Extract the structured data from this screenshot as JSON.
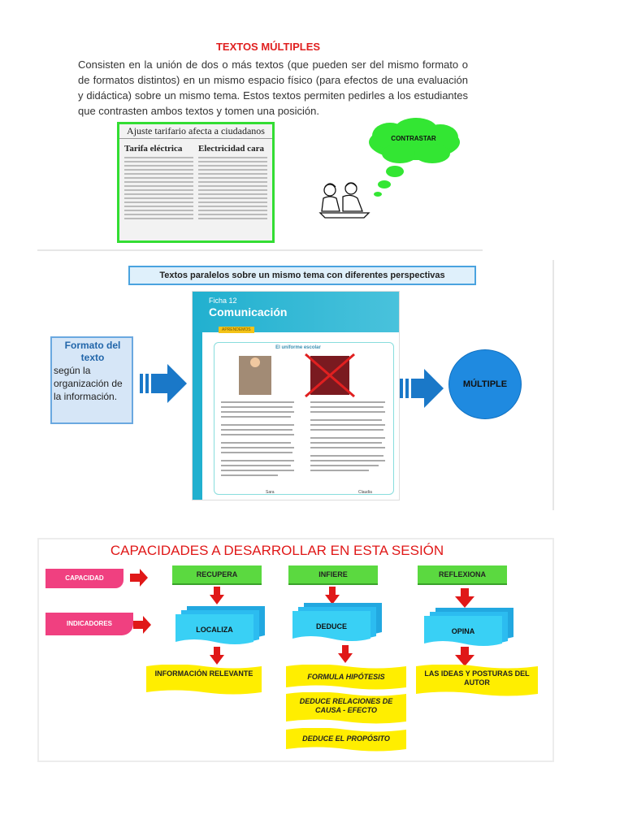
{
  "section1": {
    "title": "TEXTOS MÚLTIPLES",
    "intro": "Consisten en la unión de dos o más textos (que pueden ser del mismo formato o de formatos distintos) en un mismo espacio físico (para efectos de una evaluación y didáctica) sobre un mismo tema. Estos textos permiten pedirles a los estudiantes que contrasten ambos textos y tomen una posición.",
    "newspaper": {
      "headline": "Ajuste tarifario afecta a ciudadanos",
      "col1_title": "Tarifa eléctrica",
      "col2_title": "Electricidad cara"
    },
    "cloud_label": "CONTRASTAR"
  },
  "section2": {
    "banner": "Textos paralelos sobre un mismo tema con diferentes perspectivas",
    "formato_title": "Formato del texto",
    "formato_body": "según la organización de la información.",
    "ficha_number": "Ficha 12",
    "ficha_title": "Comunicación",
    "ficha_tag": "APRENDEMOS",
    "ficha_subtitle": "El uniforme escolar",
    "ficha_footer_left": "Sara",
    "ficha_footer_right": "Claudia",
    "circle_label": "MÚLTIPLE"
  },
  "section3": {
    "title": "CAPACIDADES A DESARROLLAR EN ESTA SESIÓN",
    "capacidad_label": "CAPACIDAD",
    "indicadores_label": "INDICADORES",
    "columns": [
      {
        "capacity": "RECUPERA",
        "indicator": "LOCALIZA",
        "outcomes": [
          "INFORMACIÓN RELEVANTE"
        ]
      },
      {
        "capacity": "INFIERE",
        "indicator": "DEDUCE",
        "outcomes": [
          "FORMULA HIPÓTESIS",
          "DEDUCE RELACIONES DE CAUSA - EFECTO",
          "DEDUCE EL PROPÓSITO"
        ]
      },
      {
        "capacity": "REFLEXIONA",
        "indicator": "OPINA",
        "outcomes": [
          "LAS IDEAS Y POSTURAS DEL AUTOR"
        ]
      }
    ]
  },
  "colors": {
    "title_red": "#e02020",
    "green": "#5bd940",
    "cyan": "#39d0f5",
    "yellow": "#ffee00",
    "pink": "#f04080",
    "blue": "#1f8ae0"
  }
}
